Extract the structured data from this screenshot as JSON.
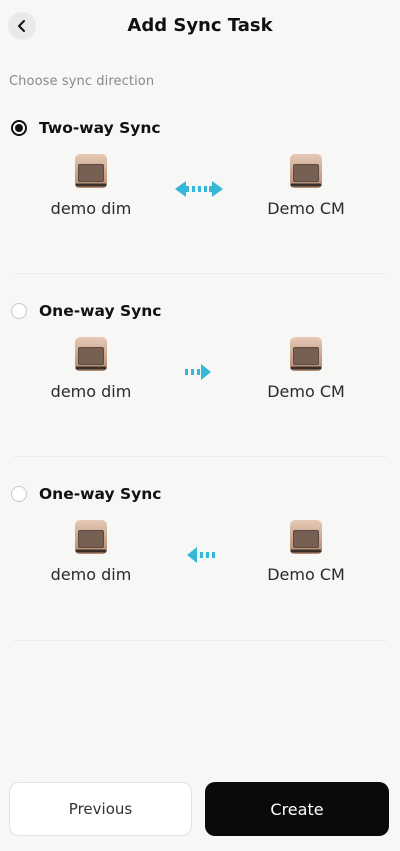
{
  "header": {
    "title": "Add Sync Task",
    "back_icon": "chevron-left-icon"
  },
  "section_label": "Choose sync direction",
  "options": [
    {
      "title": "Two-way Sync",
      "selected": true,
      "direction": "both",
      "left_device": "demo dim",
      "right_device": "Demo CM"
    },
    {
      "title": "One-way Sync",
      "selected": false,
      "direction": "right",
      "left_device": "demo dim",
      "right_device": "Demo CM"
    },
    {
      "title": "One-way Sync",
      "selected": false,
      "direction": "left",
      "left_device": "demo dim",
      "right_device": "Demo CM"
    }
  ],
  "footer": {
    "previous_label": "Previous",
    "create_label": "Create"
  },
  "colors": {
    "arrow": "#35b8d8",
    "device_body": "#c9a58c",
    "primary_button": "#0a0a0a",
    "background": "#f7f7f5"
  }
}
